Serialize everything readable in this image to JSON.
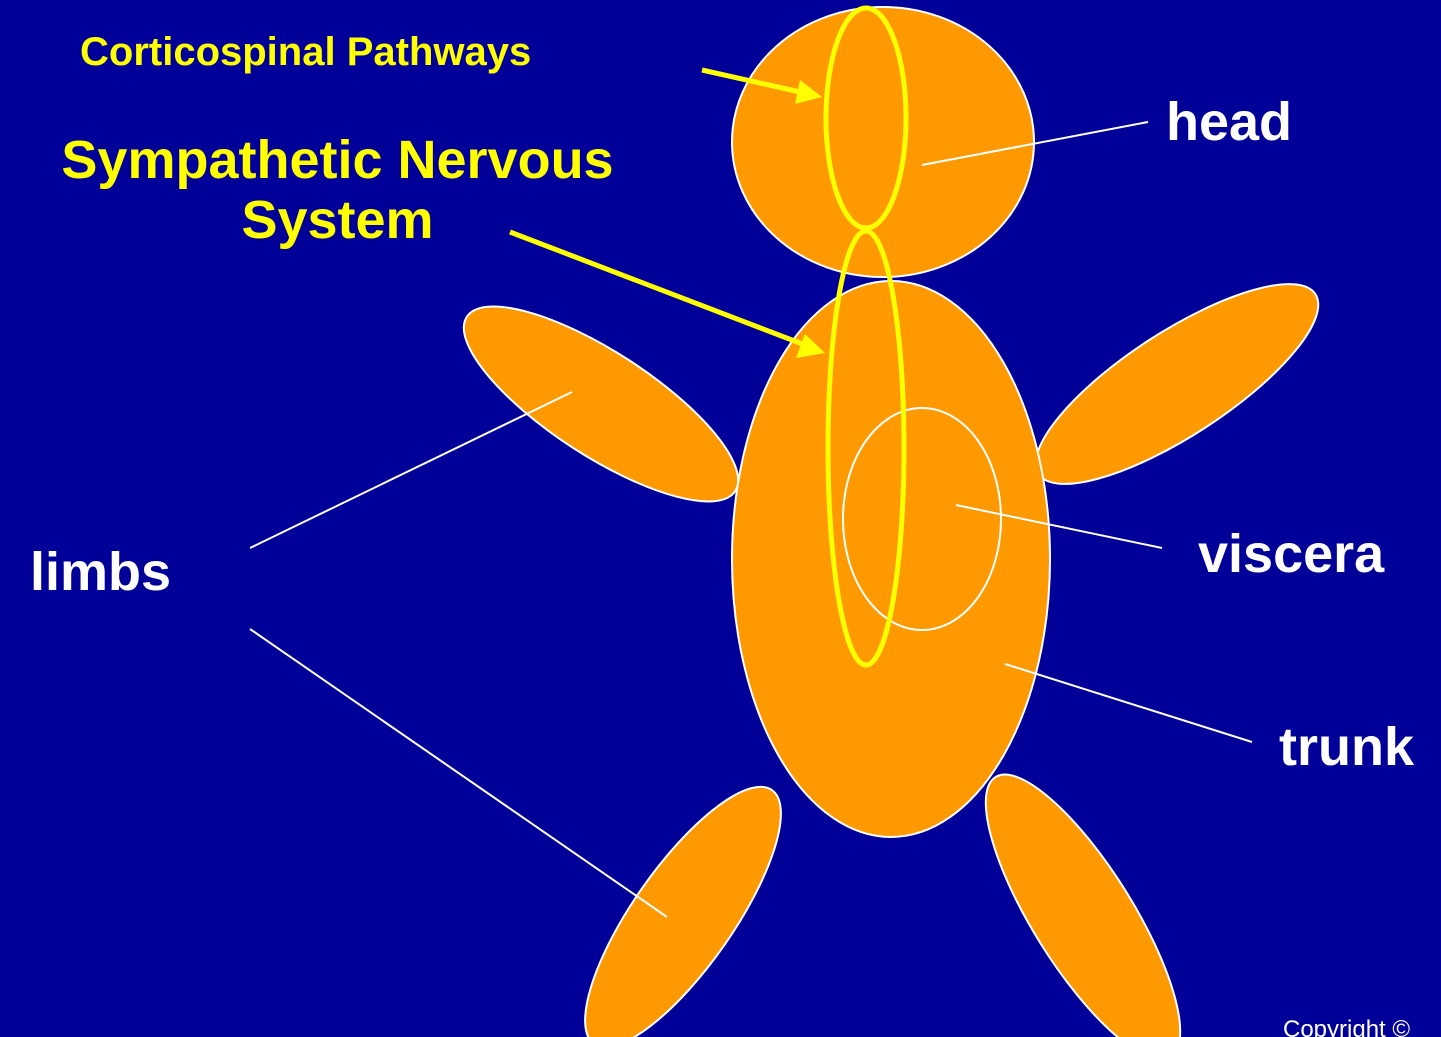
{
  "labels": {
    "corticospinal": "Corticospinal Pathways",
    "sympathetic": "Sympathetic Nervous System",
    "head": "head",
    "limbs": "limbs",
    "viscera": "viscera",
    "trunk": "trunk",
    "copyright": "Copyright ©"
  },
  "colors": {
    "background": "#000099",
    "body_fill": "#FF9900",
    "outline": "#FFFFFF",
    "highlight": "#FFFF00"
  }
}
